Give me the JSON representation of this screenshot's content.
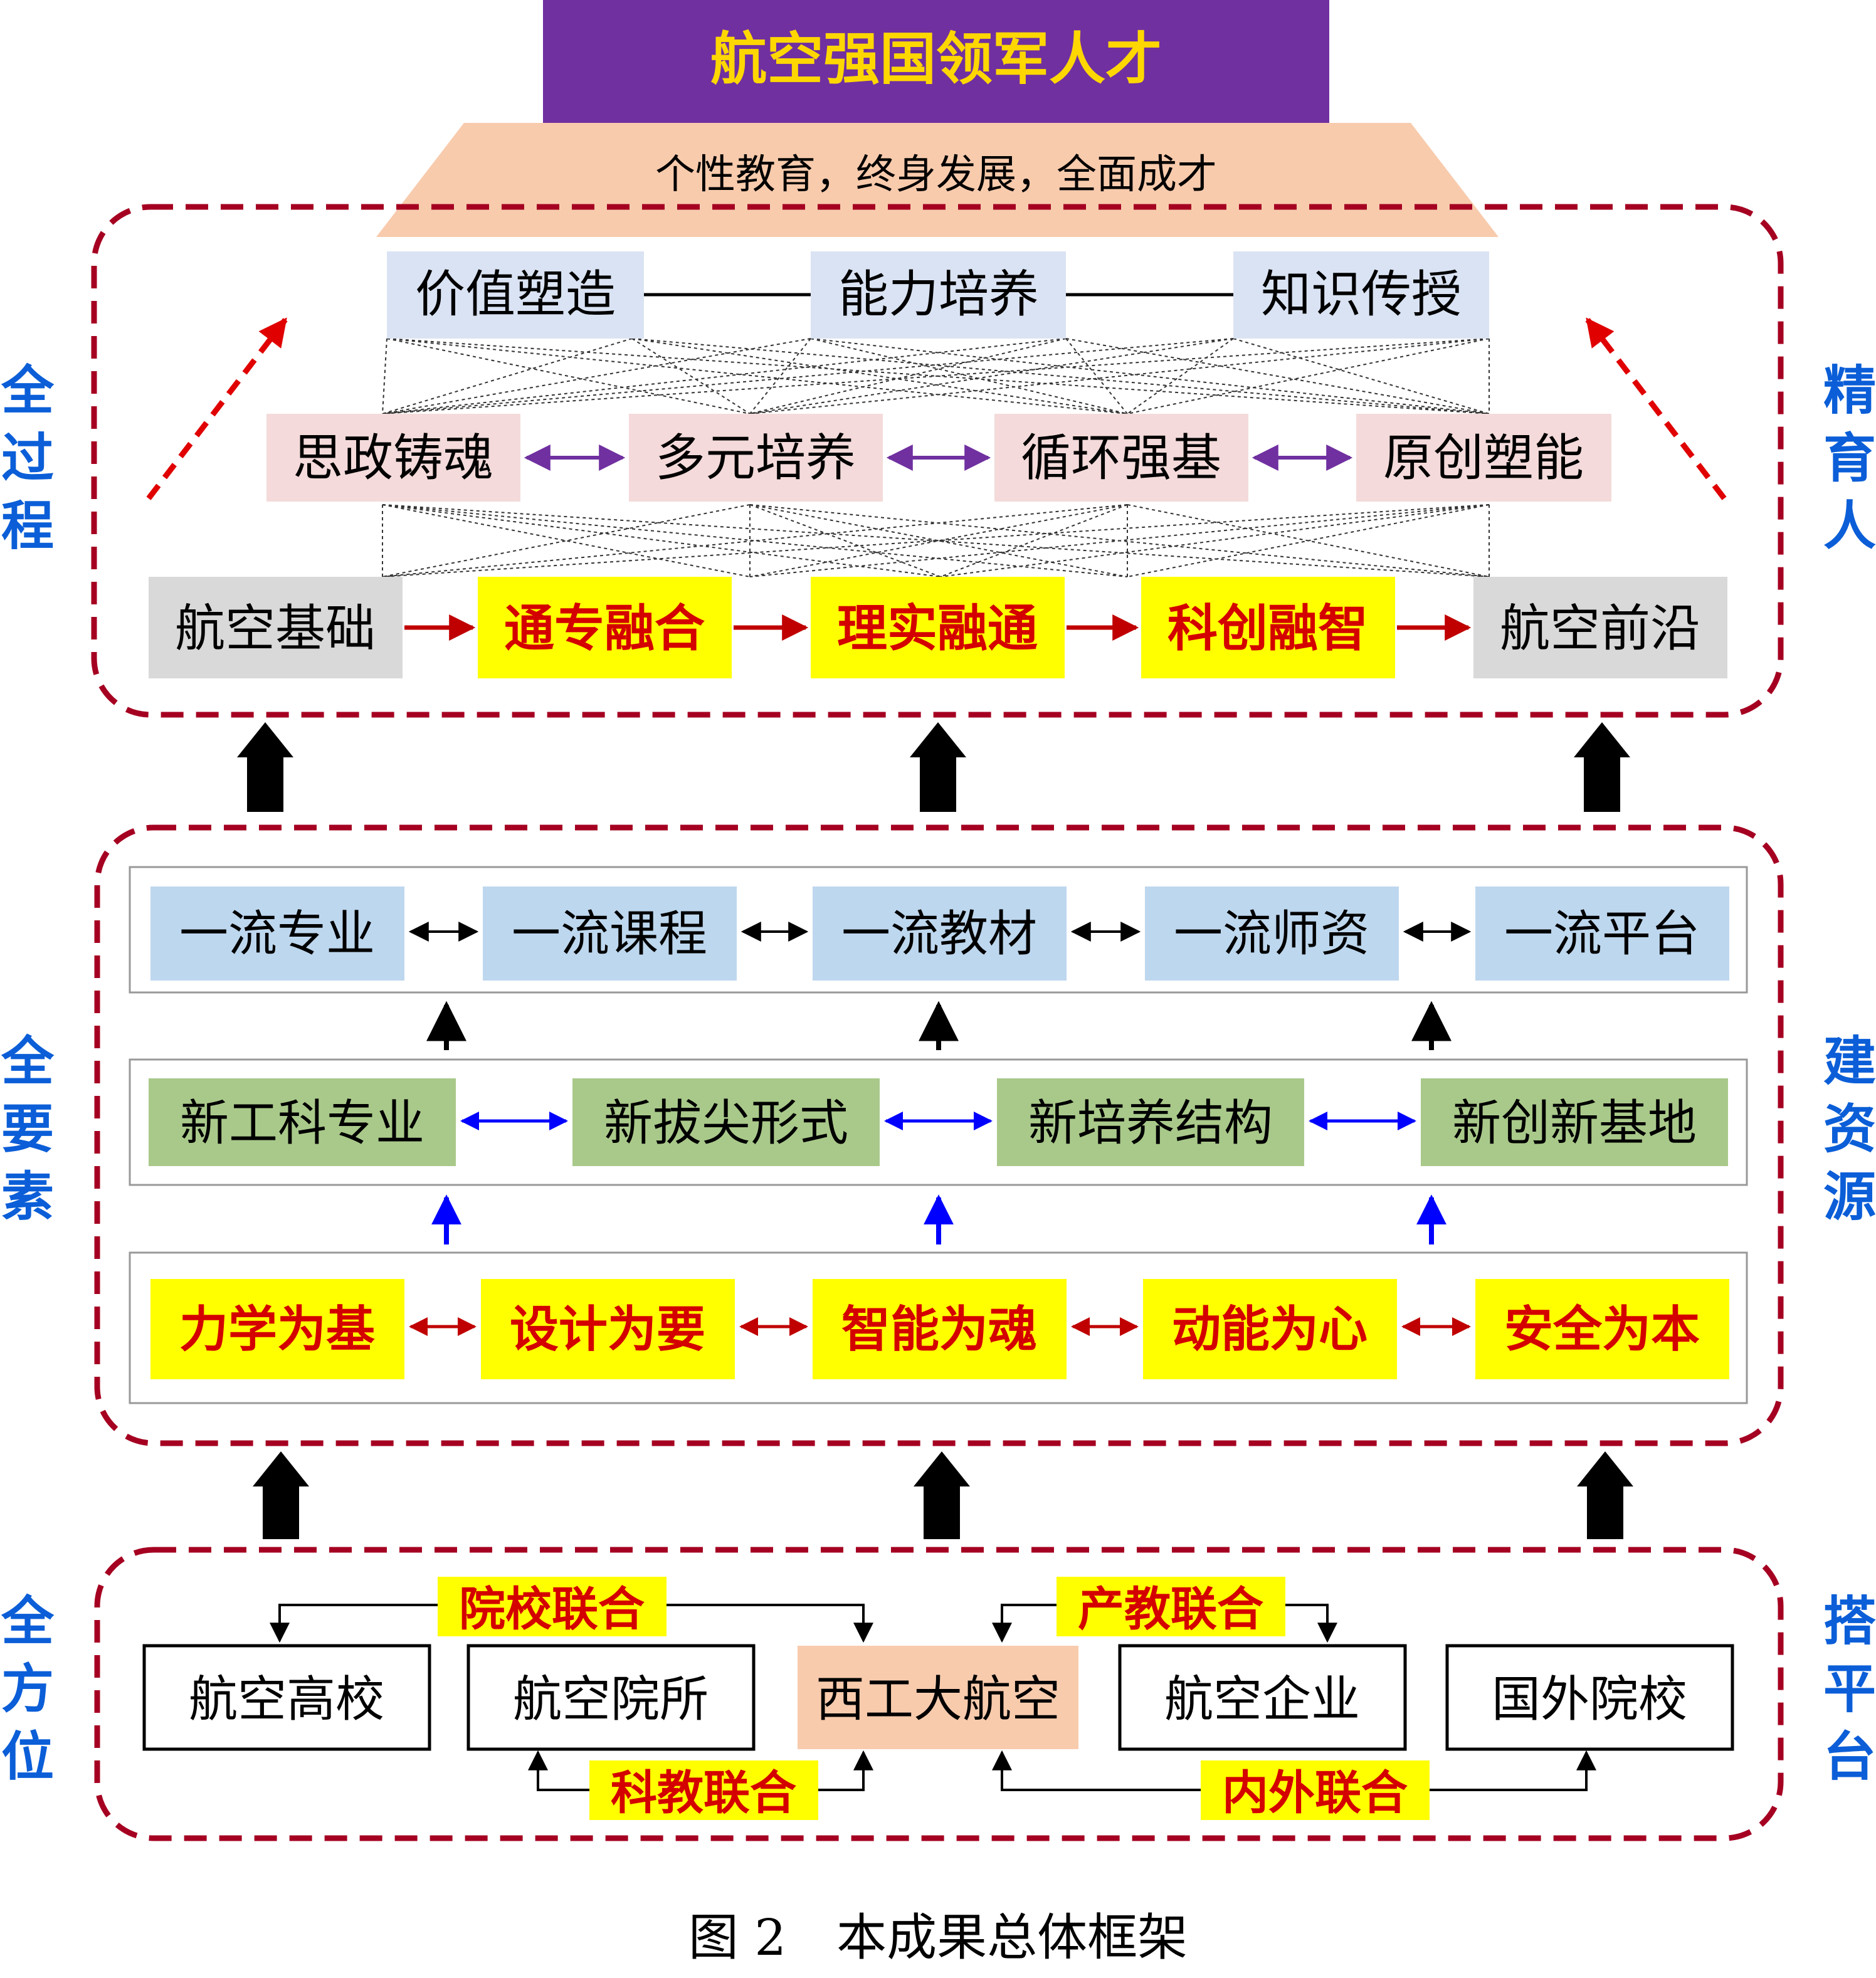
{
  "colors": {
    "purple_title_bg": "#7030A0",
    "gold_text": "#FFD700",
    "peach": "#F8CBAD",
    "dashed_red": "#A50021",
    "side_label_blue": "#0B5ED7",
    "box_blue": "#DAE3F3",
    "box_pink": "#F4DADA",
    "box_gray": "#D9D9D9",
    "box_yellow": "#FFFF00",
    "text_red": "#D40000",
    "box_lightblue": "#BDD7EE",
    "box_green": "#A9C98A",
    "box_peach2": "#F8CBAD",
    "arrow_purple": "#7030A0",
    "arrow_blue": "#0000FF",
    "arrow_darkred": "#C00000"
  },
  "title": "航空强国领军人才",
  "subtitle": "个性教育，终身发展，全面成才",
  "side_labels": {
    "left_top": [
      "全",
      "过",
      "程"
    ],
    "right_top": [
      "精",
      "育",
      "人"
    ],
    "left_mid": [
      "全",
      "要",
      "素"
    ],
    "right_mid": [
      "建",
      "资",
      "源"
    ],
    "left_bot": [
      "全",
      "方",
      "位"
    ],
    "right_bot": [
      "搭",
      "平",
      "台"
    ]
  },
  "top_section": {
    "row1": [
      "价值塑造",
      "能力培养",
      "知识传授"
    ],
    "row2": [
      "思政铸魂",
      "多元培养",
      "循环强基",
      "原创塑能"
    ],
    "row3": [
      "航空基础",
      "通专融合",
      "理实融通",
      "科创融智",
      "航空前沿"
    ]
  },
  "mid_section": {
    "row1": [
      "一流专业",
      "一流课程",
      "一流教材",
      "一流师资",
      "一流平台"
    ],
    "row2": [
      "新工科专业",
      "新拔尖形式",
      "新培养结构",
      "新创新基地"
    ],
    "row3": [
      "力学为基",
      "设计为要",
      "智能为魂",
      "动能为心",
      "安全为本"
    ]
  },
  "bottom_section": {
    "institutions": [
      "航空高校",
      "航空院所",
      "西工大航空",
      "航空企业",
      "国外院校"
    ],
    "links": {
      "school_union": "院校联合",
      "industry_edu_union": "产教联合",
      "sci_edu_union": "科教联合",
      "inner_outer_union": "内外联合"
    }
  },
  "caption": "图 2　本成果总体框架"
}
